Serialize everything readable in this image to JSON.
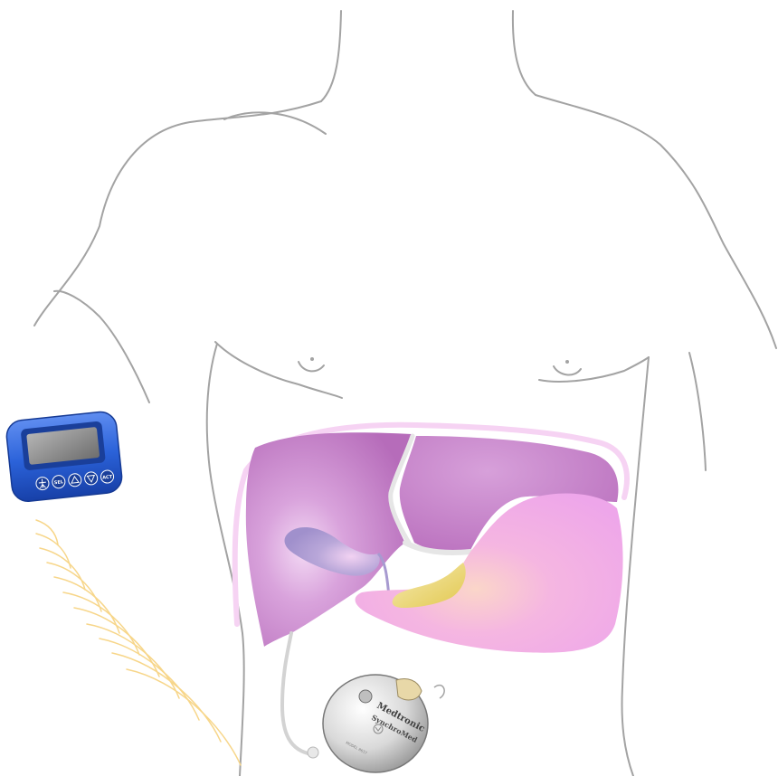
{
  "colors": {
    "outline": "#a3a3a3",
    "skin_bg": "#ffffff",
    "liver": "#c77fcb",
    "liver_light": "#e3b6e6",
    "stomach": "#f1a8ea",
    "peritoneum": "#f6d3f3",
    "gallbladder": "#a79ad0",
    "pancreas": "#e8d36a",
    "signal_waves": "#f7d68a",
    "programmer_blue": "#2b62d9",
    "programmer_screen": "#8a8a8a",
    "pump_silver": "#cfcfcf",
    "catheter": "#cfcfcf"
  },
  "programmer": {
    "buttons": [
      {
        "icon": "person-icon",
        "label": ""
      },
      {
        "icon": "select-button",
        "label": "SEL"
      },
      {
        "icon": "up-arrow-icon",
        "label": ""
      },
      {
        "icon": "down-arrow-icon",
        "label": ""
      },
      {
        "icon": "activate-button",
        "label": "ACT"
      }
    ]
  },
  "pump": {
    "brand": "Medtronic",
    "model": "SynchroMed",
    "engraving": "MODEL 8637"
  },
  "labels": {
    "arms": [],
    "organs": []
  }
}
